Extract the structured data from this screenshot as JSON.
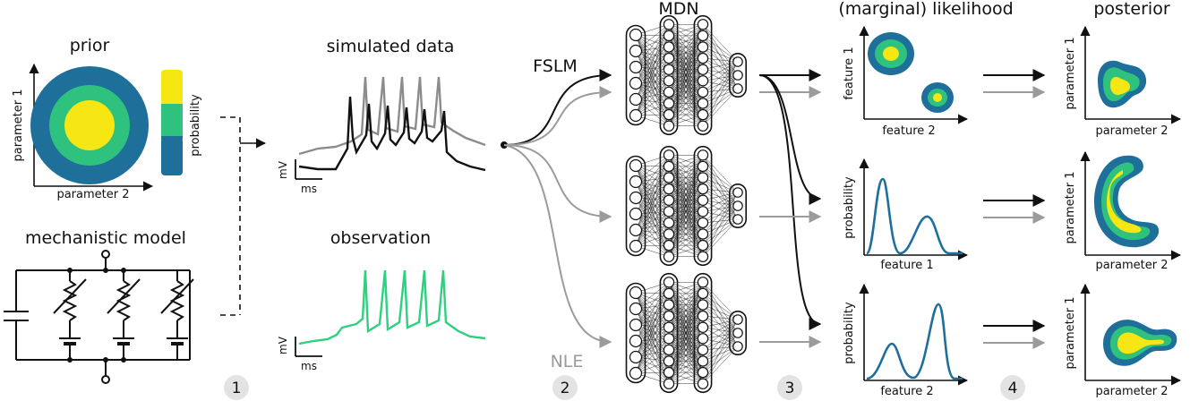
{
  "titles": {
    "prior": "prior",
    "mechanistic_model": "mechanistic model",
    "simulated_data": "simulated data",
    "observation": "observation",
    "mdn": "MDN",
    "likelihood": "(marginal) likelihood",
    "posterior": "posterior"
  },
  "labels": {
    "parameter1": "parameter 1",
    "parameter2": "parameter 2",
    "probability": "probability",
    "feature1": "feature 1",
    "feature2": "feature 2",
    "mv": "mV",
    "ms": "ms",
    "fslm": "FSLM",
    "nle": "NLE"
  },
  "steps": [
    "1",
    "2",
    "3",
    "4"
  ],
  "colors": {
    "dark_blue": "#1e6f9a",
    "green": "#2ec27e",
    "yellow": "#f5e614",
    "trace_black": "#111111",
    "trace_grey": "#8c8c8c",
    "trace_green": "#2fd07f",
    "arrow_grey": "#9b9b9b",
    "step_bg": "#e3e3e3"
  }
}
